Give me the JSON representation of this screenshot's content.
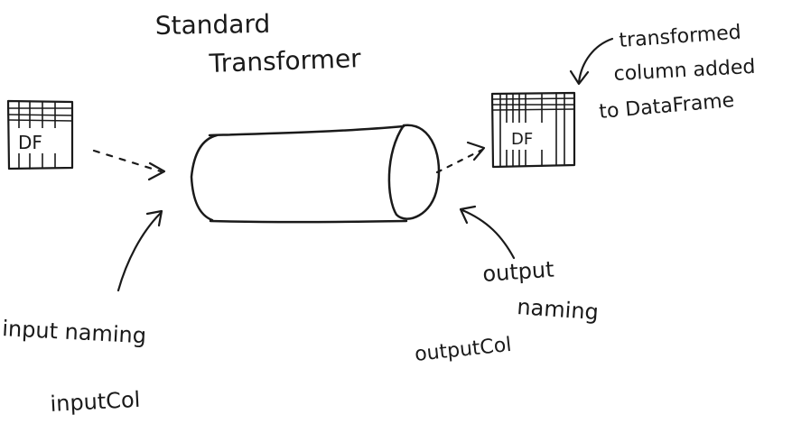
{
  "title": {
    "line1": "Standard",
    "line2": "Transformer"
  },
  "input_df": {
    "label": "DF"
  },
  "output_df": {
    "label": "DF"
  },
  "annotations": {
    "transformed_note": {
      "line1": "transformed",
      "line2": "column added",
      "line3": "to DataFrame"
    },
    "input_naming": "input naming",
    "input_param": "inputCol",
    "output_naming": {
      "line1": "output",
      "line2": "naming"
    },
    "output_param": "outputCol"
  },
  "colors": {
    "ink": "#1a1a1a",
    "background": "#ffffff"
  }
}
